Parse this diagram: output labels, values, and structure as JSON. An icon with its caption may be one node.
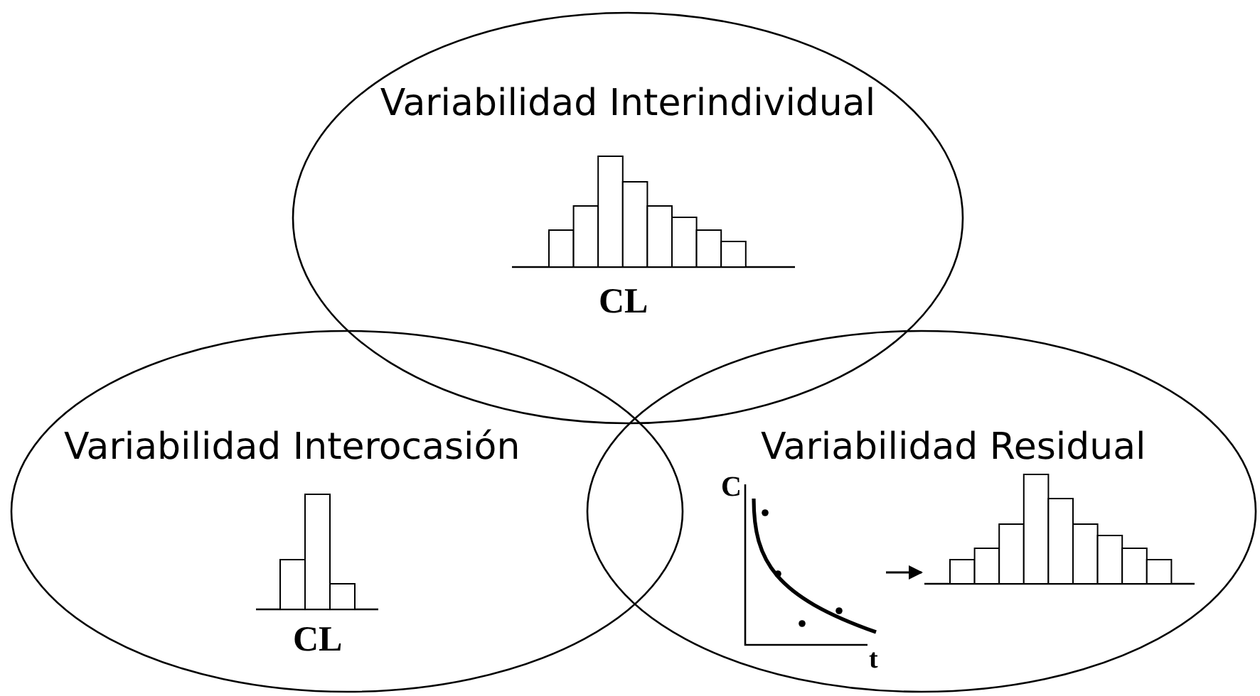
{
  "diagram": {
    "nodes": [
      {
        "text": [
          "Variabilidad Interindividual"
        ]
      },
      {
        "text": [
          "Variabilidad Interocasión"
        ]
      },
      {
        "text": [
          "Variabilidad Residual"
        ]
      },
      {
        "text": [],
        "shape": "picture",
        "in": 2
      },
      {
        "text": [],
        "shape": "picture",
        "in": 2
      }
    ],
    "edges": [
      {
        "from": 3,
        "to": 4,
        "arrow": "to"
      }
    ],
    "labels": [
      "CL",
      "C",
      "CL",
      "t"
    ]
  }
}
